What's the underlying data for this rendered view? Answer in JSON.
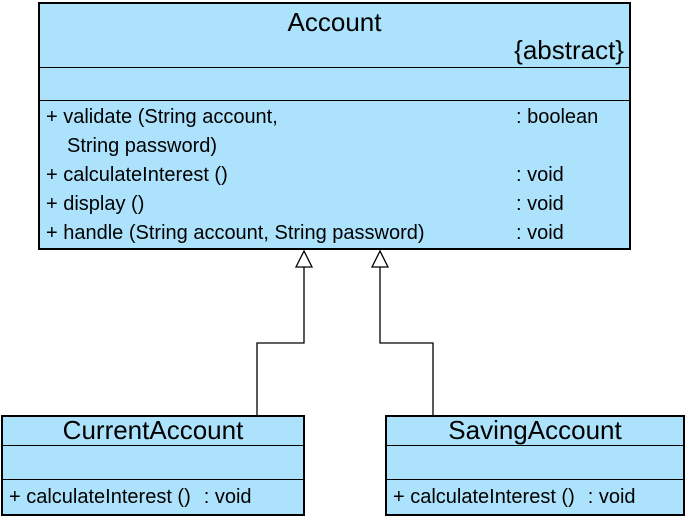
{
  "diagram_type": "uml-class-diagram",
  "colors": {
    "class_fill": "#ACE2FB",
    "line": "#000000",
    "text": "#000000",
    "background": "#FFFFFF"
  },
  "account": {
    "name": "Account",
    "stereotype": "{abstract}",
    "attributes": [],
    "method_rows": [
      {
        "sig": "+ validate (String account,",
        "type": ": boolean"
      },
      {
        "sig": "String password)",
        "type": ""
      },
      {
        "sig": "+ calculateInterest ()",
        "type": ": void"
      },
      {
        "sig": "+ display ()",
        "type": ": void"
      },
      {
        "sig": "+ handle (String account, String password)",
        "type": ": void"
      }
    ]
  },
  "current_account": {
    "name": "CurrentAccount",
    "attributes": [],
    "method": {
      "sig": "+ calculateInterest ()",
      "type": ": void"
    }
  },
  "saving_account": {
    "name": "SavingAccount",
    "attributes": [],
    "method": {
      "sig": "+ calculateInterest ()",
      "type": ": void"
    }
  },
  "relationships": [
    {
      "type": "generalization",
      "from": "CurrentAccount",
      "to": "Account"
    },
    {
      "type": "generalization",
      "from": "SavingAccount",
      "to": "Account"
    }
  ]
}
